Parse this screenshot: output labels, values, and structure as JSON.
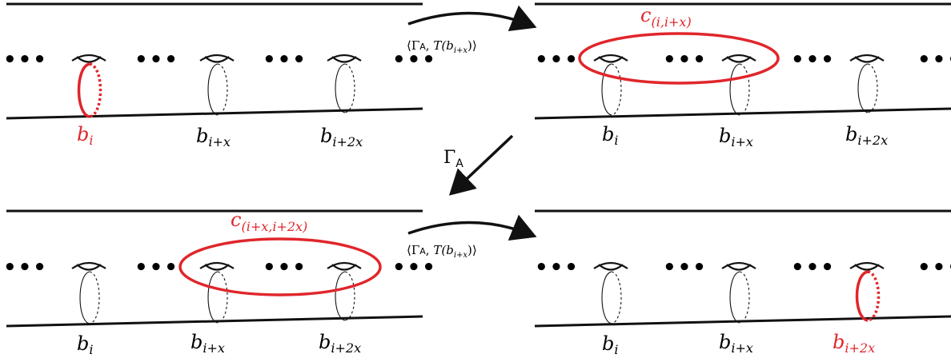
{
  "colors": {
    "ink": "#111111",
    "highlight": "#e0262b"
  },
  "ellipsis": "•••",
  "arrows": {
    "top": {
      "open": "⟨Γ",
      "sf": "A",
      "mid": ", ",
      "T": "T",
      "arg": "(b",
      "sub": "i+x",
      "close": ")⟩"
    },
    "diagonal": {
      "gamma": "Γ",
      "sf": "A"
    },
    "bottom": {
      "open": "⟨Γ",
      "sf": "A",
      "mid": ", ",
      "T": "T",
      "arg": "(b",
      "sub": "i+x",
      "close": ")⟩"
    }
  },
  "panels": {
    "tl": {
      "labels": [
        {
          "b": "b",
          "sub": "i",
          "red": true
        },
        {
          "b": "b",
          "sub": "i+x"
        },
        {
          "b": "b",
          "sub": "i+2x"
        }
      ],
      "red_curve": null
    },
    "tr": {
      "labels": [
        {
          "b": "b",
          "sub": "i"
        },
        {
          "b": "b",
          "sub": "i+x"
        },
        {
          "b": "b",
          "sub": "i+2x"
        }
      ],
      "red_curve": {
        "c": "c",
        "sub": "(i,i+x)"
      }
    },
    "bl": {
      "labels": [
        {
          "b": "b",
          "sub": "i"
        },
        {
          "b": "b",
          "sub": "i+x"
        },
        {
          "b": "b",
          "sub": "i+2x"
        }
      ],
      "red_curve": {
        "c": "c",
        "sub": "(i+x,i+2x)"
      }
    },
    "br": {
      "labels": [
        {
          "b": "b",
          "sub": "i"
        },
        {
          "b": "b",
          "sub": "i+x"
        },
        {
          "b": "b",
          "sub": "i+2x",
          "red": true
        }
      ],
      "red_curve": null
    }
  }
}
